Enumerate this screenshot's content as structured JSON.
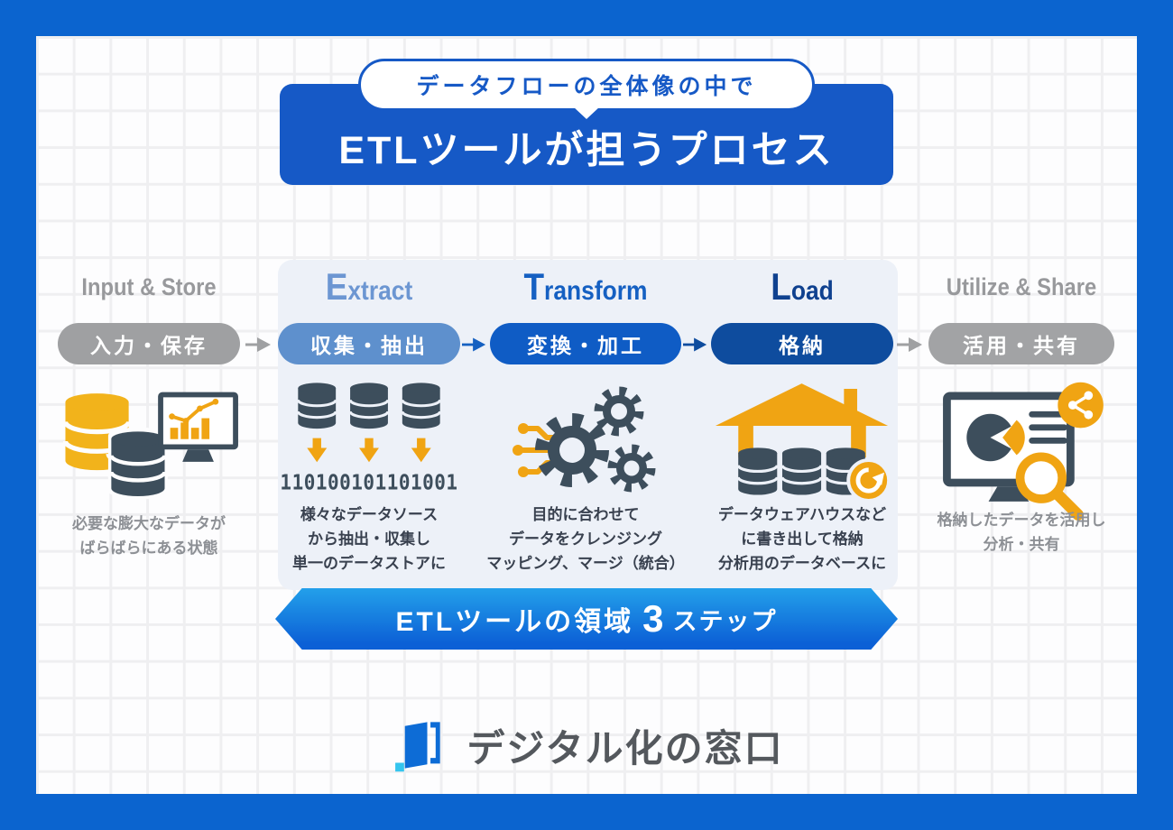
{
  "header": {
    "bubble_label": "データフローの全体像の中で",
    "title": "ETLツールが担うプロセス"
  },
  "flow": {
    "columns": [
      {
        "id": "input-store",
        "en_label": "Input & Store",
        "jp_label": "入力・保存",
        "desc_lines": [
          "必要な膨大なデータが",
          "ばらばらにある状態"
        ],
        "icon": "databases-and-monitor-icon"
      },
      {
        "id": "extract",
        "en_label": "Extract",
        "jp_label": "収集・抽出",
        "desc_lines": [
          "様々なデータソース",
          "から抽出・収集し",
          "単一のデータストアに"
        ],
        "icon": "databases-download-binary-icon",
        "binary_text": "110100101101001"
      },
      {
        "id": "transform",
        "en_label": "Transform",
        "jp_label": "変換・加工",
        "desc_lines": [
          "目的に合わせて",
          "データをクレンジング",
          "マッピング、マージ（統合）"
        ],
        "icon": "gears-circuit-icon"
      },
      {
        "id": "load",
        "en_label": "Load",
        "jp_label": "格納",
        "desc_lines": [
          "データウェアハウスなど",
          "に書き出して格納",
          "分析用のデータベースに"
        ],
        "icon": "warehouse-databases-icon"
      },
      {
        "id": "utilize-share",
        "en_label": "Utilize & Share",
        "jp_label": "活用・共有",
        "desc_lines": [
          "格納したデータを活用し",
          "分析・共有"
        ],
        "icon": "monitor-analytics-share-icon"
      }
    ]
  },
  "banner": {
    "label": "ETLツールの領域",
    "step_number": "3",
    "step_suffix": "ステップ"
  },
  "footer": {
    "brand_name": "デジタル化の窓口"
  },
  "colors": {
    "frame_blue": "#0B64CF",
    "title_blue": "#1659C6",
    "panel_bg": "#EDF1F8",
    "gray_step": "#9FA0A2",
    "extract_blue": "#5E90CD",
    "transform_blue": "#0F5CC5",
    "load_navy": "#0E4C9E",
    "icon_slate": "#3D4E5C",
    "icon_amber": "#F0A413",
    "icon_gold": "#F2B31B",
    "banner_gradient_top": "#23A0EA",
    "banner_gradient_bottom": "#0C60D6",
    "logo_blue": "#0D6CD6",
    "logo_cyan": "#35C5EE"
  }
}
